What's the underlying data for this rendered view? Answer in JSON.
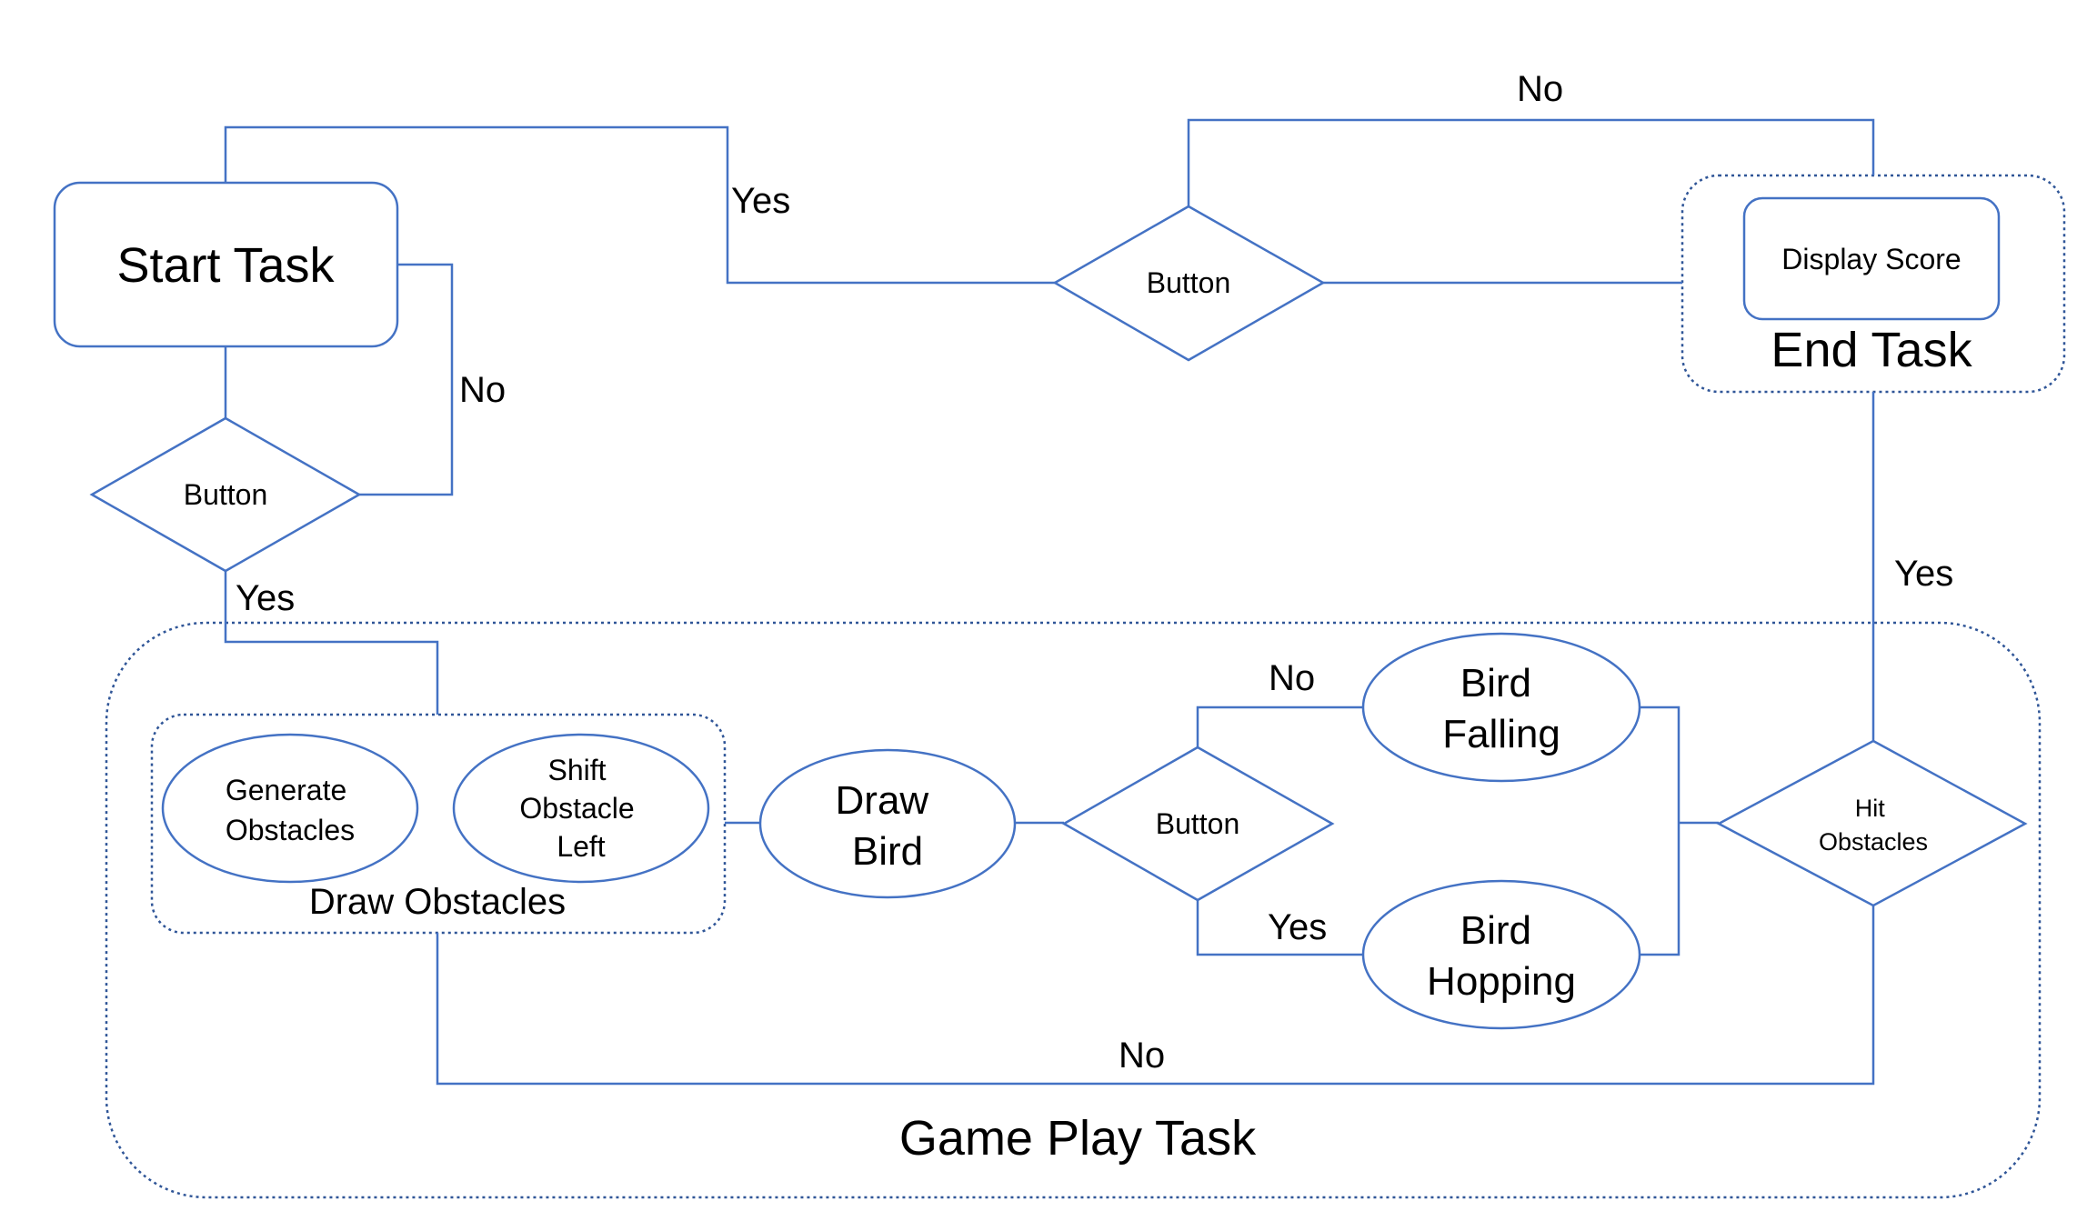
{
  "colors": {
    "stroke": "#4472C4",
    "group_stroke": "#2F5597",
    "text": "#000000",
    "background": "#ffffff"
  },
  "groups": {
    "game_play_task": "Game Play Task",
    "draw_obstacles": "Draw Obstacles",
    "end_task": "End Task"
  },
  "nodes": {
    "start_task": "Start Task",
    "start_button": "Button",
    "top_button": "Button",
    "display_score": "Display Score",
    "generate_obstacles": [
      "Generate",
      "Obstacles"
    ],
    "shift_obstacle_left": [
      "Shift",
      "Obstacle",
      "Left"
    ],
    "draw_bird": [
      "Draw",
      "Bird"
    ],
    "bird_button": "Button",
    "bird_falling": [
      "Bird",
      "Falling"
    ],
    "bird_hopping": [
      "Bird",
      "Hopping"
    ],
    "hit_obstacles": [
      "Hit",
      "Obstacles"
    ]
  },
  "edge_labels": {
    "start_no": "No",
    "start_yes": "Yes",
    "top_yes": "Yes",
    "top_no": "No",
    "end_yes": "Yes",
    "bird_no": "No",
    "bird_yes": "Yes",
    "loop_no": "No"
  }
}
